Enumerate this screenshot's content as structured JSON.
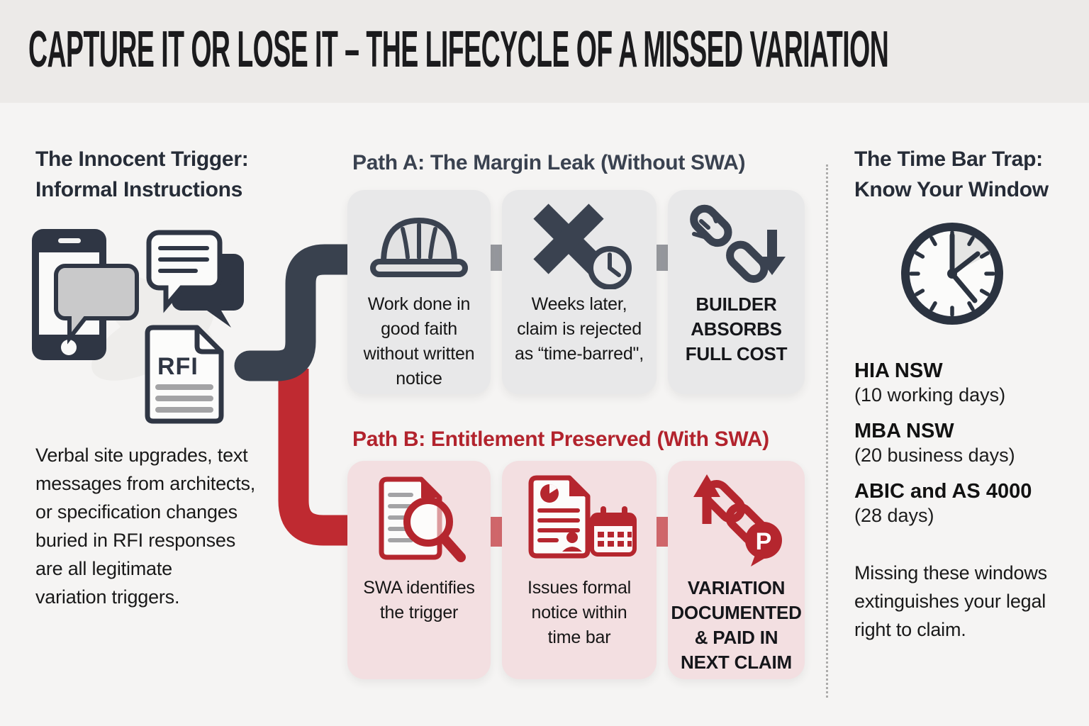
{
  "title": "CAPTURE IT OR LOSE IT – THE LIFECYCLE OF A MISSED VARIATION",
  "left_panel": {
    "heading": "The Innocent Trigger:\nInformal Instructions",
    "rfi_label": "RFI",
    "body": "Verbal site upgrades, text\nmessages from architects,\nor specification changes\nburied in RFI responses\nare all legitimate\nvariation triggers."
  },
  "path_a": {
    "heading": "Path A: The Margin Leak (Without SWA)",
    "steps": [
      {
        "icon": "hard-hat-icon",
        "text": "Work done in\ngood faith\nwithout written\nnotice"
      },
      {
        "icon": "rejected-time-barred-icon",
        "text": "Weeks later,\nclaim is rejected\nas “time-barred\","
      },
      {
        "icon": "broken-chain-cost-icon",
        "text": "BUILDER\nABSORBS\nFULL COST"
      }
    ]
  },
  "path_b": {
    "heading": "Path B: Entitlement Preserved (With SWA)",
    "steps": [
      {
        "icon": "swa-document-magnifier-icon",
        "text": "SWA identifies\nthe trigger"
      },
      {
        "icon": "formal-notice-calendar-icon",
        "text": "Issues formal\nnotice within\ntime bar"
      },
      {
        "icon": "variation-paid-chain-icon",
        "text": "VARIATION\nDOCUMENTED\n& PAID IN\nNEXT CLAIM",
        "badge": "P"
      }
    ]
  },
  "right_panel": {
    "heading": "The Time Bar Trap:\nKnow Your Window",
    "windows": [
      {
        "name": "HIA NSW",
        "period": "(10 working days)"
      },
      {
        "name": "MBA NSW",
        "period": "(20 business days)"
      },
      {
        "name": "ABIC and AS 4000",
        "period": "(28 days)"
      }
    ],
    "warning": "Missing these windows\nextinguishes your legal\nright to claim."
  },
  "colors": {
    "bg": "#f5f4f3",
    "band": "#eceae8",
    "ink": "#1b1b1d",
    "heading": "#262c37",
    "slate": "#3a4250",
    "dark-flow": "#39414e",
    "red-h": "#b2232d",
    "icon-red": "#b5262e",
    "red-flow": "#bf2a31",
    "box-gray": "#e8e8e9",
    "box-pink": "#f3dfe1",
    "conn-gray": "#97999e",
    "conn-red": "#d2686c"
  }
}
